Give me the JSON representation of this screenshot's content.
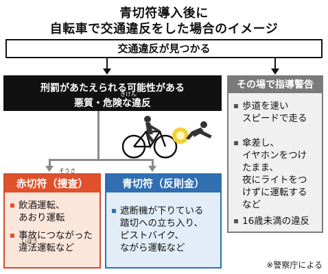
{
  "title_line1": "青切符導入後に",
  "title_line2": "自転車で交通違反をした場合のイメージ",
  "found": "交通違反が見つかる",
  "penalty": {
    "line1": "刑罰があたえられる可能性がある",
    "line2": "悪質・危険な違反",
    "ruby": "きけん"
  },
  "onsite": {
    "heading": "その場で指導警告",
    "items": [
      "歩道を速い\nスピードで走る",
      "傘差し、\nイヤホンをつけ\nたまま、\n夜にライトをつ\nけずに運転する\nなど",
      "16歳未満の違反"
    ]
  },
  "red_ticket": {
    "heading": "赤切符（捜査）",
    "ruby": "そうさ",
    "items": [
      "飲酒運転、\nあおり運転",
      "事故につながった\n違法運転など"
    ],
    "item_ruby": "いほう"
  },
  "blue_ticket": {
    "heading": "青切符（反則金）",
    "items": [
      "遮断機が下りている\n踏切への立ち入り、\nピストバイク、\nながら運転など"
    ]
  },
  "source": "※警察庁による",
  "colors": {
    "red": "#e0512b",
    "red_bg": "#fbe6dc",
    "blue": "#2f6fb2",
    "blue_bg": "#e2edf8",
    "gray": "#7a7a7a",
    "black": "#111111"
  },
  "icons": [
    "cyclist-illustration",
    "collision-burst-icon",
    "falling-pedestrian-icon"
  ]
}
